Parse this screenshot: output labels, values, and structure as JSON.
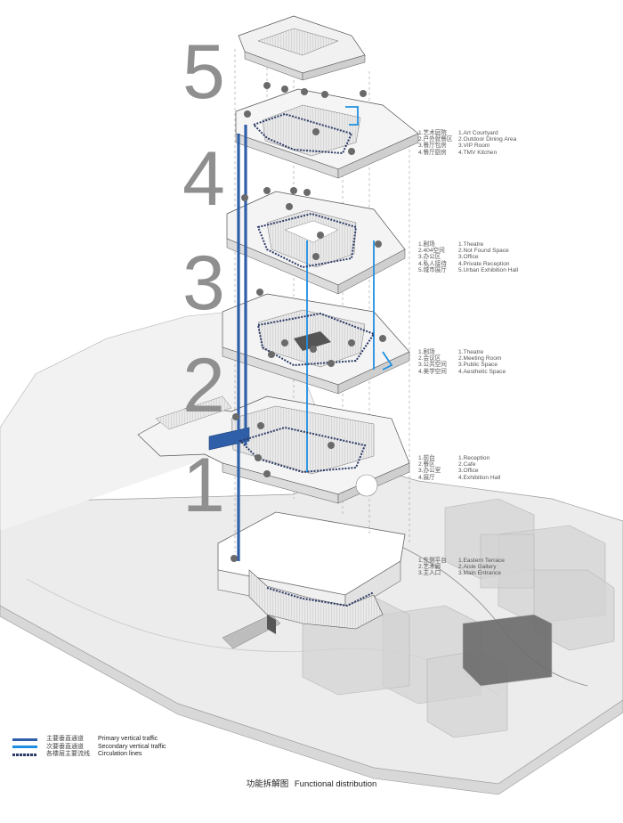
{
  "diagram": {
    "floors": [
      {
        "number": "5"
      },
      {
        "number": "4"
      },
      {
        "number": "3"
      },
      {
        "number": "2"
      },
      {
        "number": "1"
      }
    ],
    "legends": [
      {
        "zh": [
          "1.艺术庭院",
          "2.户外就餐区",
          "3.餐厅包房",
          "4.餐厅厨房"
        ],
        "en": [
          "1.Art Courtyard",
          "2.Outdoor Dining Area",
          "3.VIP Room",
          "4.TMV Kitchen"
        ]
      },
      {
        "zh": [
          "1.剧场",
          "2.404空间",
          "3.办公区",
          "4.私人接待",
          "5.城市展厅"
        ],
        "en": [
          "1.Theatre",
          "2.Not Found Space",
          "3.Office",
          "4.Private Reception",
          "5.Urban Exhibition Hall"
        ]
      },
      {
        "zh": [
          "1.剧场",
          "2.会议区",
          "3.公共空间",
          "4.美学空间"
        ],
        "en": [
          "1.Theatre",
          "2.Meeting Room",
          "3.Public Space",
          "4.Aesthetic Space"
        ]
      },
      {
        "zh": [
          "1.前台",
          "2.餐区",
          "3.办公室",
          "4.展厅"
        ],
        "en": [
          "1.Reception",
          "2.Cafe",
          "3.Office",
          "4.Exhibition Hall"
        ]
      },
      {
        "zh": [
          "1.东侧平台",
          "2.艺术廊",
          "3.主入口"
        ],
        "en": [
          "1.Eastern Terrace",
          "2.Aisle Gallery",
          "3.Main Entrance"
        ]
      }
    ],
    "traffic_legend": [
      {
        "zh": "主要垂直通道",
        "en": "Primary vertical traffic",
        "color": "#2f5fa8"
      },
      {
        "zh": "次要垂直通道",
        "en": "Secondary vertical traffic",
        "color": "#1e8fe0"
      },
      {
        "zh": "各楼层主要流线",
        "en": "Circulation lines",
        "color": "#2b3a66"
      }
    ],
    "caption": {
      "zh": "功能拆解图",
      "en": "Functional distribution"
    },
    "colors": {
      "floor_number": "#8f8f8f",
      "primary": "#2f5fa8",
      "secondary": "#1e8fe0",
      "circulation": "#2b3a66"
    }
  }
}
